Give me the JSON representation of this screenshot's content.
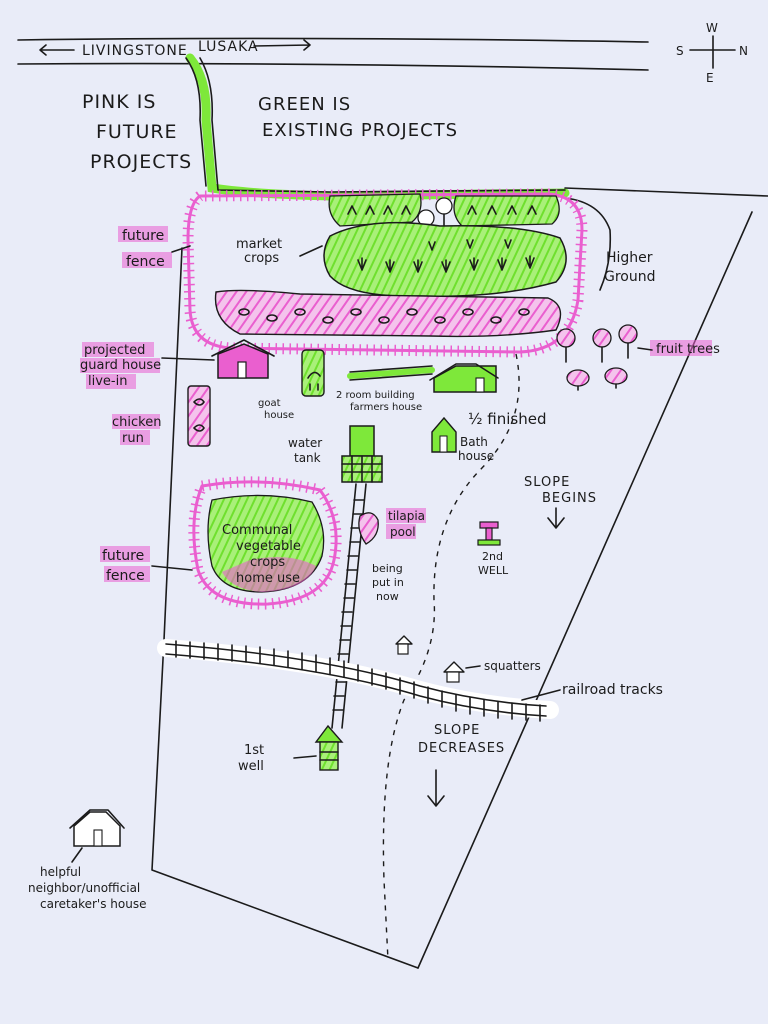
{
  "colors": {
    "background": "#e9ecf8",
    "existing_green": "#7ee83a",
    "future_pink": "#ea5fcf",
    "ink": "#1b1b1b",
    "railroad_highlight": "#ffffff"
  },
  "road": {
    "west_label": "LIVINGSTONE",
    "east_label": "LUSAKA"
  },
  "compass": {
    "west": "W",
    "north": "N",
    "east": "E",
    "south": "S"
  },
  "legend": {
    "pink_line1": "PINK IS",
    "pink_line2": "FUTURE",
    "pink_line3": "PROJECTS",
    "green_line1": "GREEN IS",
    "green_line2": "EXISTING PROJECTS"
  },
  "labels": {
    "future_fence_1_a": "future",
    "future_fence_1_b": "fence",
    "market_crops_a": "market",
    "market_crops_b": "crops",
    "higher_ground_a": "Higher",
    "higher_ground_b": "Ground",
    "projected_guard_a": "projected",
    "projected_guard_b": "guard house",
    "projected_guard_c": "live-in",
    "goat_house_a": "goat",
    "goat_house_b": "house",
    "farmers_house_a": "2 room building",
    "farmers_house_b": "farmers house",
    "fruit_trees": "fruit trees",
    "chicken_run_a": "chicken",
    "chicken_run_b": "run",
    "half_finished": "½ finished",
    "bath_house_a": "Bath",
    "bath_house_b": "house",
    "water_tank_a": "water",
    "water_tank_b": "tank",
    "slope_begins_a": "SLOPE",
    "slope_begins_b": "BEGINS",
    "communal_a": "Communal",
    "communal_b": "vegetable",
    "communal_c": "crops",
    "communal_d": "home use",
    "tilapia_a": "tilapia",
    "tilapia_b": "pool",
    "future_fence_2_a": "future",
    "future_fence_2_b": "fence",
    "second_well_a": "2nd",
    "second_well_b": "WELL",
    "being_put_in_a": "being",
    "being_put_in_b": "put in",
    "being_put_in_c": "now",
    "squatters": "squatters",
    "railroad_tracks": "railroad tracks",
    "slope_decreases_a": "SLOPE",
    "slope_decreases_b": "DECREASES",
    "first_well_a": "1st",
    "first_well_b": "well",
    "neighbor_a": "helpful",
    "neighbor_b": "neighbor/unofficial",
    "neighbor_c": "caretaker's house"
  }
}
